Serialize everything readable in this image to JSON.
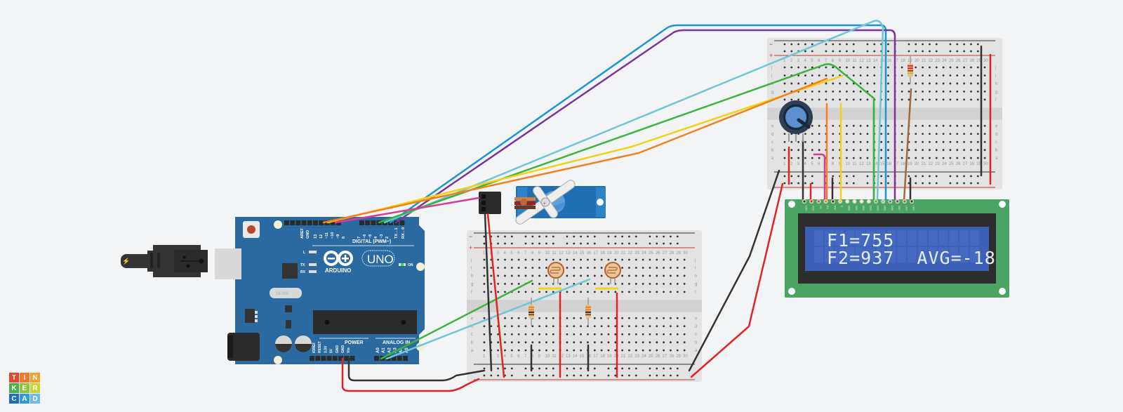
{
  "app": {
    "name": "Tinkercad Circuits"
  },
  "logo": {
    "letters": [
      "T",
      "I",
      "N",
      "K",
      "E",
      "R",
      "C",
      "A",
      "D"
    ],
    "colors": [
      "#e8452c",
      "#f4772b",
      "#f6a02c",
      "#4bb04b",
      "#8cc63f",
      "#c7d631",
      "#1e6fba",
      "#2f9ad8",
      "#6bbbe8"
    ]
  },
  "lcd": {
    "line1": "F1=755",
    "line2": "F2=937  AVG=-18",
    "pins": [
      "GND",
      "VCC",
      "V0",
      "RS",
      "RW",
      "E",
      "DB0",
      "DB1",
      "DB2",
      "DB3",
      "DB4",
      "DB5",
      "DB6",
      "DB7",
      "LED",
      "LED"
    ]
  },
  "arduino": {
    "brand": "ARDUINO",
    "model": "UNO",
    "digital_label": "DIGITAL (PWM~)",
    "digital_pins": [
      "AREF",
      "GND",
      "13",
      "12",
      "~11",
      "~10",
      "~9",
      "8",
      "7",
      "~6",
      "~5",
      "4",
      "~3",
      "2",
      "TX→1",
      "RX←0"
    ],
    "power_label": "POWER",
    "power_pins": [
      "IOREF",
      "RESET",
      "3.3V",
      "5V",
      "GND",
      "GND",
      "Vin"
    ],
    "analog_label": "ANALOG IN",
    "analog_pins": [
      "A0",
      "A1",
      "A2",
      "A3",
      "A4",
      "A5"
    ],
    "leds": [
      "L",
      "TX",
      "RX"
    ],
    "on_label": "ON",
    "crystal_label": "16.000"
  },
  "components": {
    "servo": "micro servo",
    "potentiometer": "potentiometer",
    "photoresistors": 2,
    "resistors": 3
  },
  "breadboard": {
    "rail_minus": "−",
    "rail_plus": "+",
    "row_letters_top": [
      "j",
      "i",
      "h",
      "g",
      "f"
    ],
    "row_letters_bottom": [
      "e",
      "d",
      "c",
      "b",
      "a"
    ],
    "columns": 30
  },
  "colors": {
    "wire_red": "#e02323",
    "wire_black": "#333333",
    "wire_blue": "#1a97cf",
    "wire_purple": "#7b3599",
    "wire_cyan": "#6cc7d8",
    "wire_green": "#3cb33c",
    "wire_yellow": "#f5d114",
    "wire_orange": "#f0811c",
    "wire_pink": "#d63a9a",
    "wire_brown": "#9b6b3d",
    "arduino_board": "#2a6aa0",
    "lcd_board": "#4aa564",
    "lcd_screen": "#3d5fb8"
  }
}
